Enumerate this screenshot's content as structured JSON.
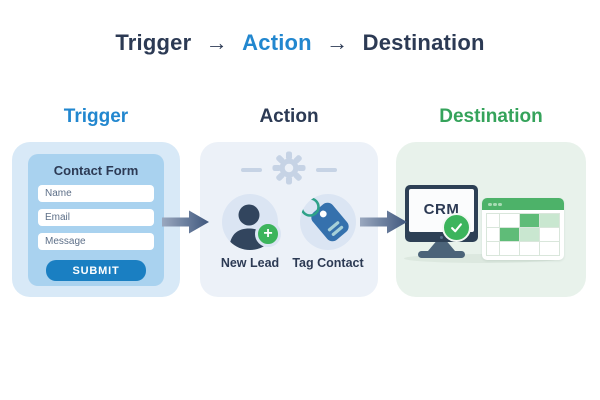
{
  "header": {
    "trigger": "Trigger",
    "arrow1": "→",
    "action": "Action",
    "arrow2": "→",
    "destination": "Destination"
  },
  "trigger": {
    "heading": "Trigger",
    "form": {
      "title": "Contact Form",
      "fields": [
        "Name",
        "Email",
        "Message"
      ],
      "submit_label": "SUBMIT"
    }
  },
  "action": {
    "heading": "Action",
    "items": [
      {
        "label": "New Lead",
        "icon": "person-add-icon"
      },
      {
        "label": "Tag Contact",
        "icon": "tag-icon"
      }
    ]
  },
  "destination": {
    "heading": "Destination",
    "screen_label": "CRM",
    "sheet": {
      "cells": [
        [
          "",
          "",
          "med",
          "light"
        ],
        [
          "",
          "med",
          "light",
          ""
        ],
        [
          "",
          "",
          "",
          ""
        ]
      ]
    }
  },
  "colors": {
    "navy_text": "#2c3a54",
    "accent_blue": "#2287cf",
    "green_heading": "#35a35b",
    "card_blue": "#d8e9f7",
    "panel_blue": "#a9d2ef",
    "submit_blue": "#1a7fc2",
    "card_gray": "#ecf1f8",
    "gear_gray": "#c6d3e5",
    "circle_bg": "#dbe5f3",
    "person_navy": "#32455e",
    "tag_blue": "#3571ad",
    "tag_ring_teal": "#2fa289",
    "check_green": "#3cb45c",
    "card_green": "#e8f2eb",
    "monitor_navy": "#2d4055",
    "stand_slate": "#4b6379",
    "sheet_green": "#4db269",
    "cell_green": "#5fbc78",
    "cell_green_light": "#c9e7d0",
    "arrow_from": "#9aa8bf",
    "arrow_to": "#3f577d"
  }
}
